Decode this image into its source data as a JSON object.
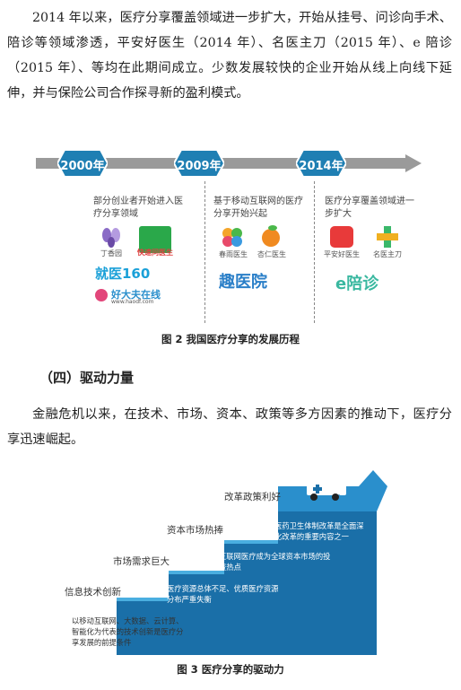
{
  "para1": "2014 年以来，医疗分享覆盖领域进一步扩大，开始从挂号、问诊向手术、陪诊等领域渗透，平安好医生（2014 年）、名医主刀（2015 年）、e 陪诊（2015 年）、等均在此期间成立。少数发展较快的企业开始从线上向线下延伸，并与保险公司合作探寻新的盈利模式。",
  "figure2": {
    "caption": "图 2   我国医疗分享的发展历程",
    "milestones": [
      {
        "year": "2000年",
        "desc": "部分创业者开始进入医疗分享领域",
        "logos": [
          "丁香园",
          "快速问医生",
          "就医160",
          "好大夫在线",
          "www.haodf.com"
        ]
      },
      {
        "year": "2009年",
        "desc": "基于移动互联网的医疗分享开始兴起",
        "logos": [
          "春雨医生",
          "杏仁医生",
          "趣医院"
        ]
      },
      {
        "year": "2014年",
        "desc": "医疗分享覆盖领域进一步扩大",
        "logos": [
          "平安好医生",
          "名医主刀",
          "e陪诊"
        ]
      }
    ]
  },
  "section_heading": "（四）驱动力量",
  "para2": "金融危机以来，在技术、市场、资本、政策等多方因素的推动下，医疗分享迅速崛起。",
  "figure3": {
    "caption": "图 3   医疗分享的驱动力",
    "steps": [
      {
        "label": "信息技术创新",
        "desc": [
          "以移动互联网、大数据、云计算、",
          "智能化为代表的技术创新是医疗分",
          "享发展的前提条件"
        ]
      },
      {
        "label": "市场需求巨大",
        "desc": [
          "医疗资源总体不足、优质医疗资源",
          "分布严重失衡"
        ]
      },
      {
        "label": "资本市场热捧",
        "desc": [
          "互联网医疗成为全球资本市场的投",
          "资热点"
        ]
      },
      {
        "label": "改革政策利好",
        "desc": [
          "医药卫生体制改革是全面深",
          "化改革的重要内容之一"
        ]
      }
    ]
  },
  "colors": {
    "arrow": "#9a9a9a",
    "badge": "#1f7fb3",
    "step": "#2a8fcc",
    "step_dark": "#1a6fa8"
  }
}
